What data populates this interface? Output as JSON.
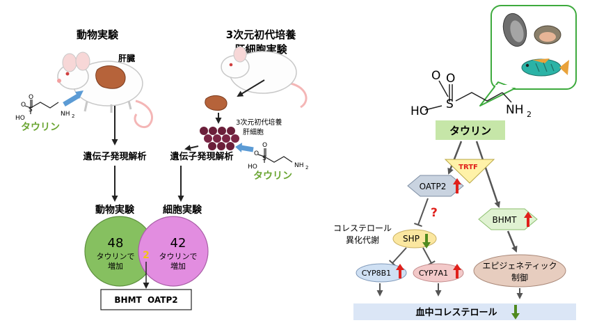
{
  "left": {
    "animal_title": "動物実験",
    "cell_title_line1": "3次元初代培養",
    "cell_title_line2": "肝細胞実験",
    "liver_label": "肝臓",
    "hepatocyte_label_line1": "3次元初代培養",
    "hepatocyte_label_line2": "肝細胞",
    "taurine_label_animal": "タウリン",
    "taurine_label_cell": "タウリン",
    "gene_analysis_animal": "遺伝子発現解析",
    "gene_analysis_cell": "遺伝子発現解析",
    "venn_label_animal": "動物実験",
    "venn_label_cell": "細胞実験",
    "venn_animal_count": "48",
    "venn_animal_text1": "タウリンで",
    "venn_animal_text2": "増加",
    "venn_cell_count": "42",
    "venn_cell_text1": "タウリンで",
    "venn_cell_text2": "増加",
    "venn_overlap_count": "2",
    "result_box": "BHMT  OATP2"
  },
  "right": {
    "structure_labels": {
      "ho": "HO",
      "o_top": "O",
      "o_left": "O",
      "s": "S",
      "nh2": "NH",
      "nh2_sub": "2"
    },
    "small_structure_labels": {
      "ho": "HO",
      "o_top": "O",
      "o_left": "O",
      "s": "S",
      "nh2": "NH",
      "nh2_sub": "2"
    },
    "taurine_box": "タウリン",
    "trtf": "TRTF",
    "oatp2": "OATP2",
    "bhmt": "BHMT",
    "question": "?",
    "cholesterol_metabolism_line1": "コレステロール",
    "cholesterol_metabolism_line2": "異化代謝",
    "shp": "SHP",
    "cyp8b1": "CYP8B1",
    "cyp7a1": "CYP7A1",
    "epigenetic_line1": "エピジェネティック",
    "epigenetic_line2": "制御",
    "blood_cholesterol": "血中コレステロール"
  },
  "colors": {
    "taurine_green": "#6aa532",
    "taurine_box": "#c6e6a8",
    "up_arrow_red": "#e0201b",
    "down_arrow_green": "#4f8a1f",
    "venn_green": "#86c060",
    "venn_pink": "#e28de0",
    "liver_brown": "#b6633a",
    "blue_arrow": "#5b9bd5",
    "trtf_yellow": "#fff2a8",
    "oatp2_gray": "#c9d3e0",
    "bhmt_green": "#e0f2d2",
    "shp_yellow": "#fbe7a0",
    "cyp8b1_blue": "#cfe0f3",
    "cyp7a1_pink": "#f3c9c9",
    "epi_tan": "#e7cdbf",
    "blood_bar": "#dbe6f6",
    "bubble_green": "#3daa3d"
  }
}
